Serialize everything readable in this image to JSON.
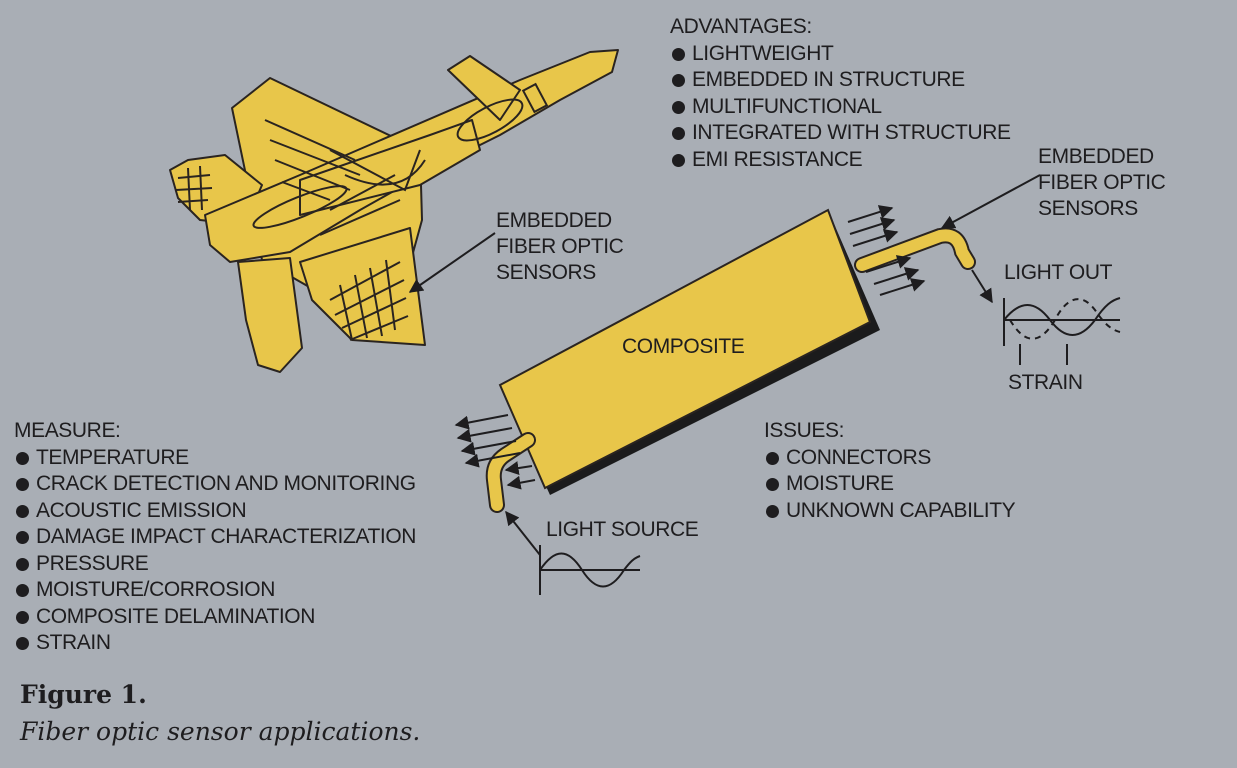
{
  "advantages": {
    "heading": "ADVANTAGES:",
    "items": [
      "LIGHTWEIGHT",
      "EMBEDDED IN STRUCTURE",
      "MULTIFUNCTIONAL",
      "INTEGRATED WITH STRUCTURE",
      "EMI RESISTANCE"
    ]
  },
  "measure": {
    "heading": "MEASURE:",
    "items": [
      "TEMPERATURE",
      "CRACK DETECTION AND MONITORING",
      "ACOUSTIC EMISSION",
      "DAMAGE IMPACT CHARACTERIZATION",
      "PRESSURE",
      "MOISTURE/CORROSION",
      "COMPOSITE DELAMINATION",
      "STRAIN"
    ]
  },
  "issues": {
    "heading": "ISSUES:",
    "items": [
      "CONNECTORS",
      "MOISTURE",
      "UNKNOWN CAPABILITY"
    ]
  },
  "labels": {
    "aircraft_sensors": [
      "EMBEDDED",
      "FIBER OPTIC",
      "SENSORS"
    ],
    "composite_sensors": [
      "EMBEDDED",
      "FIBER OPTIC",
      "SENSORS"
    ],
    "composite": "COMPOSITE",
    "light_out": "LIGHT OUT",
    "strain": "STRAIN",
    "light_source": "LIGHT SOURCE"
  },
  "caption": {
    "title": "Figure 1.",
    "text": "Fiber optic sensor applications."
  },
  "colors": {
    "background": "#a9aeb5",
    "yellow": "#e8c64a",
    "ink": "#1e1d1f"
  }
}
